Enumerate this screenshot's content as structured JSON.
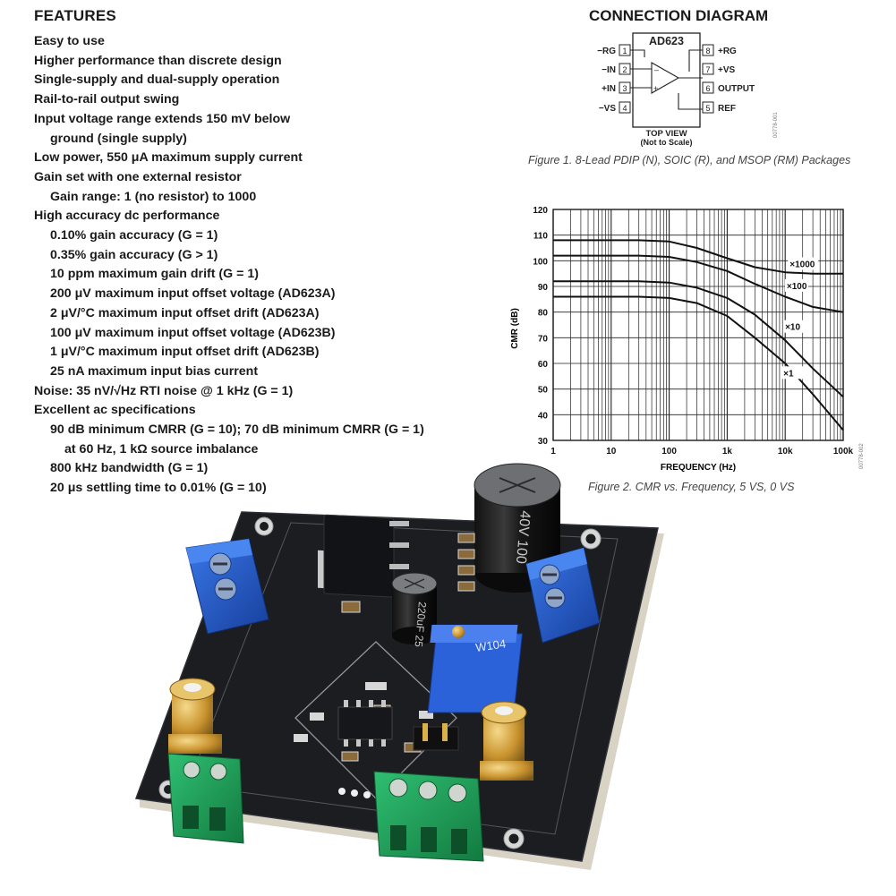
{
  "features": {
    "title": "FEATURES",
    "items": [
      {
        "text": "Easy to use",
        "level": 1
      },
      {
        "text": "Higher performance than discrete design",
        "level": 1
      },
      {
        "text": "Single-supply and dual-supply operation",
        "level": 1
      },
      {
        "text": "Rail-to-rail output swing",
        "level": 1
      },
      {
        "text": "Input voltage range extends 150 mV below",
        "level": 1
      },
      {
        "text": "ground (single supply)",
        "level": 2
      },
      {
        "text": "Low power, 550 μA maximum supply current",
        "level": 1
      },
      {
        "text": "Gain set with one external resistor",
        "level": 1
      },
      {
        "text": "Gain range: 1 (no resistor) to 1000",
        "level": 2
      },
      {
        "text": "High accuracy dc performance",
        "level": 1
      },
      {
        "text": "0.10% gain accuracy (G = 1)",
        "level": 2
      },
      {
        "text": "0.35% gain accuracy (G > 1)",
        "level": 2
      },
      {
        "text": "10 ppm maximum gain drift (G = 1)",
        "level": 2
      },
      {
        "text": "200 μV maximum input offset voltage (AD623A)",
        "level": 2
      },
      {
        "text": "2 μV/°C maximum input offset drift (AD623A)",
        "level": 2
      },
      {
        "text": "100 μV maximum input offset voltage (AD623B)",
        "level": 2
      },
      {
        "text": "1 μV/°C maximum input offset drift (AD623B)",
        "level": 2
      },
      {
        "text": "25 nA maximum input bias current",
        "level": 2
      },
      {
        "text": "Noise: 35 nV/√Hz RTI noise @ 1 kHz (G = 1)",
        "level": 1
      },
      {
        "text": "Excellent ac specifications",
        "level": 1
      },
      {
        "text": "90 dB minimum CMRR (G = 10); 70 dB minimum CMRR (G = 1)",
        "level": 2
      },
      {
        "text": "at 60 Hz, 1 kΩ source imbalance",
        "level": 3
      },
      {
        "text": "800 kHz bandwidth (G = 1)",
        "level": 2
      },
      {
        "text": "20 μs settling time to 0.01% (G = 10)",
        "level": 2
      }
    ]
  },
  "connection": {
    "title": "CONNECTION DIAGRAM",
    "chip_name": "AD623",
    "left_pins": [
      {
        "num": "1",
        "label": "−RG"
      },
      {
        "num": "2",
        "label": "−IN"
      },
      {
        "num": "3",
        "label": "+IN"
      },
      {
        "num": "4",
        "label": "−VS"
      }
    ],
    "right_pins": [
      {
        "num": "8",
        "label": "+RG"
      },
      {
        "num": "7",
        "label": "+VS"
      },
      {
        "num": "6",
        "label": "OUTPUT"
      },
      {
        "num": "5",
        "label": "REF"
      }
    ],
    "top_view": "TOP VIEW",
    "not_to_scale": "(Not to Scale)",
    "doc_code": "00778-001",
    "caption": "Figure 1. 8-Lead PDIP (N), SOIC (R), and MSOP (RM) Packages"
  },
  "chart_data": {
    "type": "line",
    "xlabel": "FREQUENCY (Hz)",
    "ylabel": "CMR (dB)",
    "x_scale": "log",
    "xlim": [
      1,
      100000
    ],
    "ylim": [
      30,
      120
    ],
    "x_ticks": [
      1,
      10,
      100,
      1000,
      10000,
      100000
    ],
    "x_tick_labels": [
      "1",
      "10",
      "100",
      "1k",
      "10k",
      "100k"
    ],
    "y_ticks": [
      30,
      40,
      50,
      60,
      70,
      80,
      90,
      100,
      110,
      120
    ],
    "y_tick_labels": [
      "30",
      "40",
      "50",
      "60",
      "70",
      "80",
      "90",
      "100",
      "110",
      "120"
    ],
    "grid": true,
    "series": [
      {
        "name": "×1000",
        "x": [
          1,
          30,
          100,
          300,
          1000,
          3000,
          10000,
          30000,
          100000
        ],
        "y": [
          108,
          108,
          107.5,
          105,
          101,
          97.5,
          95.5,
          95,
          95
        ]
      },
      {
        "name": "×100",
        "x": [
          1,
          30,
          100,
          300,
          1000,
          3000,
          10000,
          30000,
          100000
        ],
        "y": [
          102,
          102,
          101.5,
          99.5,
          96,
          91,
          86,
          82,
          80
        ]
      },
      {
        "name": "×10",
        "x": [
          1,
          30,
          100,
          300,
          1000,
          3000,
          10000,
          30000,
          100000
        ],
        "y": [
          92,
          92,
          91.5,
          89.5,
          85.5,
          79,
          69,
          58,
          47
        ]
      },
      {
        "name": "×1",
        "x": [
          1,
          30,
          100,
          300,
          1000,
          3000,
          10000,
          30000,
          100000
        ],
        "y": [
          86,
          86,
          85.5,
          83.5,
          78.5,
          70,
          60,
          48,
          34
        ]
      }
    ],
    "doc_code": "00778-002",
    "caption": "Figure 2. CMR vs. Frequency, 5 VS, 0 VS"
  },
  "board": {
    "cap_large_label": "40V 100",
    "cap_small_label": "220uF 25",
    "pot_label": "W104",
    "colors": {
      "pcb": "#1b1d21",
      "pcb_edge": "#d7d2c2",
      "terminal_blue": "#1f55c9",
      "terminal_green": "#1d9a55",
      "sma_gold": "#d2a23c"
    }
  }
}
